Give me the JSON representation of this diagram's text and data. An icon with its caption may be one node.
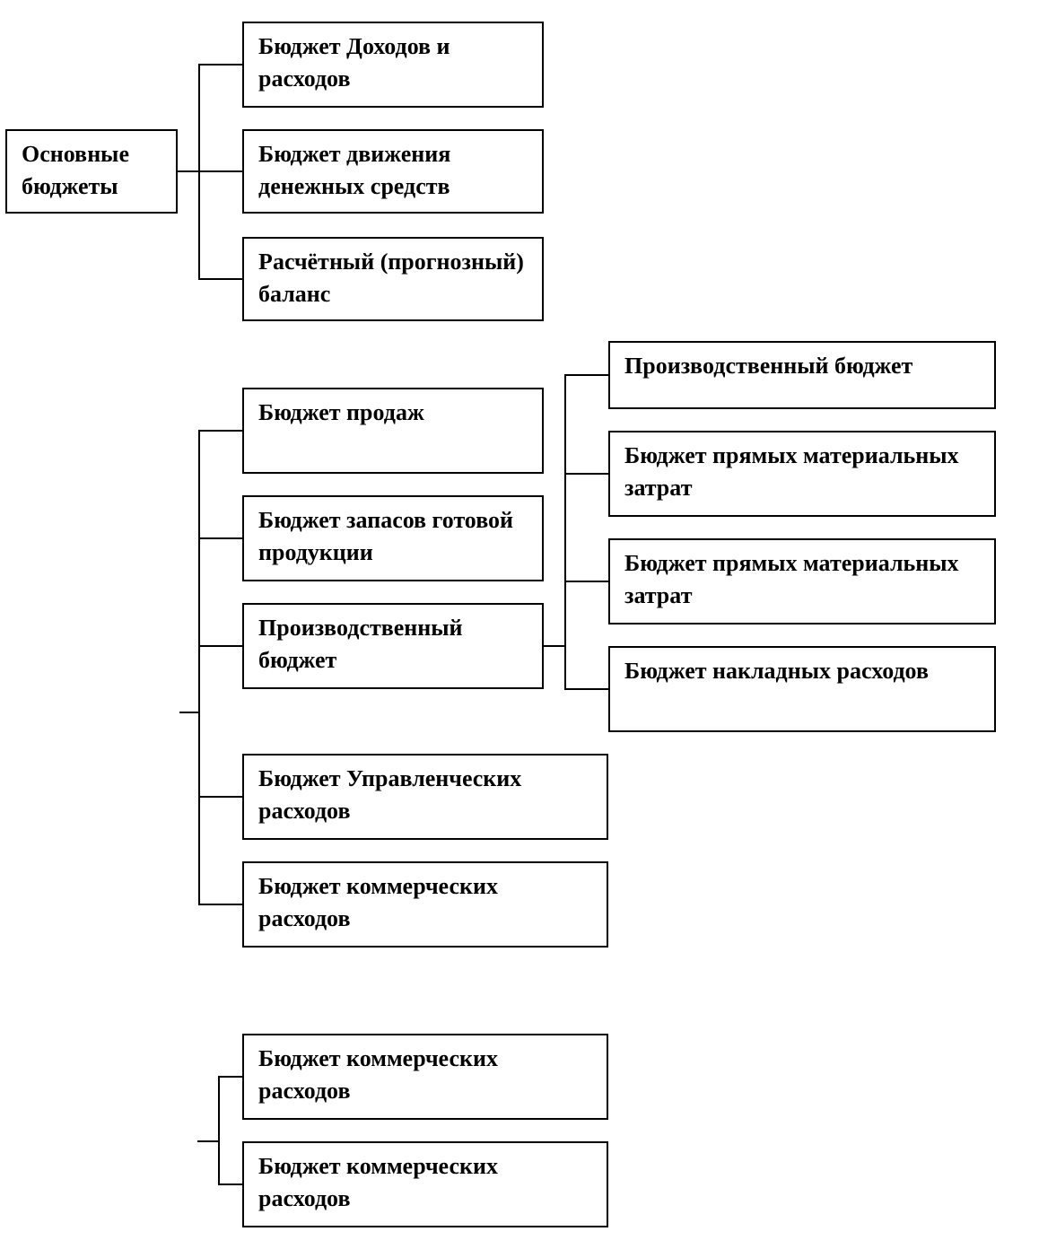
{
  "diagram": {
    "nodes": [
      {
        "text": [
          "Основные бюджеты"
        ]
      },
      {
        "text": [
          "Бюджет Доходов и расходов"
        ]
      },
      {
        "text": [
          "Бюджет движения денежных средств"
        ]
      },
      {
        "text": [
          "Расчётный (прогнозный) баланс"
        ]
      },
      {
        "text": [
          "Бюджет продаж"
        ]
      },
      {
        "text": [
          "Бюджет запасов готовой продукции"
        ]
      },
      {
        "text": [
          "Производственный бюджет"
        ]
      },
      {
        "text": [
          "Бюджет Управленческих расходов"
        ]
      },
      {
        "text": [
          "Бюджет коммерческих расходов"
        ]
      },
      {
        "text": [
          "Производственный бюджет"
        ]
      },
      {
        "text": [
          "Бюджет прямых материальных затрат"
        ]
      },
      {
        "text": [
          "Бюджет прямых материальных затрат"
        ]
      },
      {
        "text": [
          "Бюджет накладных расходов"
        ]
      },
      {
        "text": [
          "Бюджет коммерческих расходов"
        ]
      },
      {
        "text": [
          "Бюджет коммерческих расходов"
        ]
      }
    ],
    "edges": [
      {
        "from": 0,
        "to": 1,
        "arrow": "none"
      },
      {
        "from": 0,
        "to": 2,
        "arrow": "none"
      },
      {
        "from": 0,
        "to": 3,
        "arrow": "none"
      },
      {
        "from": null,
        "to": 4,
        "arrow": "none"
      },
      {
        "from": null,
        "to": 5,
        "arrow": "none"
      },
      {
        "from": null,
        "to": 6,
        "arrow": "none"
      },
      {
        "from": null,
        "to": 7,
        "arrow": "none"
      },
      {
        "from": null,
        "to": 8,
        "arrow": "none"
      },
      {
        "from": 6,
        "to": 9,
        "arrow": "none"
      },
      {
        "from": 6,
        "to": 10,
        "arrow": "none"
      },
      {
        "from": 6,
        "to": 11,
        "arrow": "none"
      },
      {
        "from": 6,
        "to": 12,
        "arrow": "none"
      },
      {
        "from": null,
        "to": 13,
        "arrow": "none"
      },
      {
        "from": null,
        "to": 14,
        "arrow": "none"
      }
    ]
  }
}
